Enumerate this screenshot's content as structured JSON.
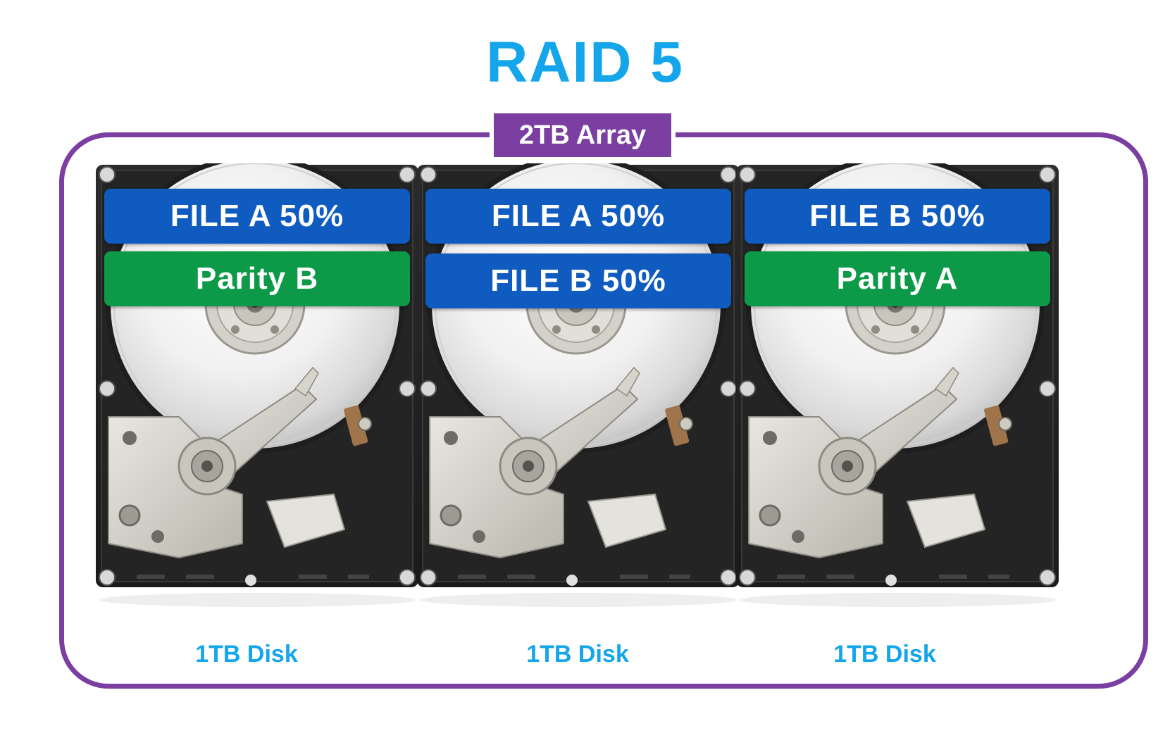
{
  "diagram": {
    "title": "RAID 5",
    "array_label": "2TB Array",
    "disks": [
      {
        "blocks": [
          {
            "label": "FILE A 50%",
            "kind": "data",
            "color": "#0f5bbf"
          },
          {
            "label": "Parity B",
            "kind": "parity",
            "color": "#0d9a48"
          }
        ],
        "caption": "1TB Disk"
      },
      {
        "blocks": [
          {
            "label": "FILE A 50%",
            "kind": "data",
            "color": "#0f5bbf"
          },
          {
            "label": "FILE B 50%",
            "kind": "data",
            "color": "#0f5bbf"
          }
        ],
        "caption": "1TB Disk"
      },
      {
        "blocks": [
          {
            "label": "FILE B 50%",
            "kind": "data",
            "color": "#0f5bbf"
          },
          {
            "label": "Parity A",
            "kind": "parity",
            "color": "#0d9a48"
          }
        ],
        "caption": "1TB Disk"
      }
    ],
    "colors": {
      "title": "#14a5ea",
      "array_frame": "#7b3fa2",
      "data_block": "#0f5bbf",
      "parity_block": "#0d9a48",
      "caption": "#14a5ea"
    },
    "icons": [
      "hard-drive-icon"
    ]
  }
}
